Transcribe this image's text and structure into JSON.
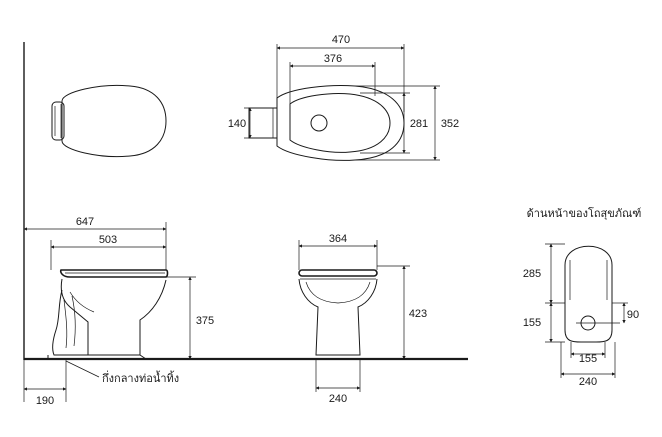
{
  "dimensions": {
    "top_width_overall": "470",
    "top_width_inner": "376",
    "top_left_depth": "140",
    "top_inner_height": "281",
    "top_outer_height": "352",
    "side_length_overall": "647",
    "side_length_bowl": "503",
    "side_height": "375",
    "side_bottom_offset": "190",
    "front_width_top": "364",
    "front_height": "423",
    "front_base_width": "240",
    "rear_height_upper": "285",
    "rear_height_lower": "155",
    "rear_outlet_offset": "90",
    "rear_base_inner": "155",
    "rear_base_outer": "240"
  },
  "labels": {
    "rear_view_title": "ด้านหน้าของโถสุขภัณฑ์",
    "drain_center_label": "กึ่งกลางท่อน้ำทิ้ง"
  }
}
